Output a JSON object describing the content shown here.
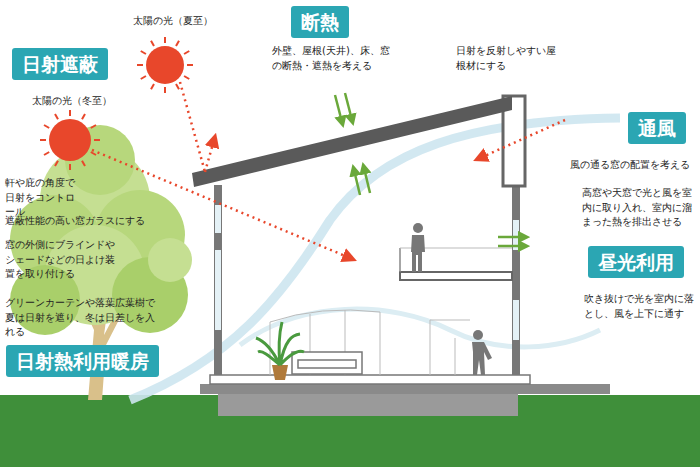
{
  "diagram": {
    "nodes": [
      {
        "text": [
          "日射遮蔽"
        ]
      },
      {
        "text": [
          "断熱"
        ]
      },
      {
        "text": [
          "通風"
        ]
      },
      {
        "text": [
          "昼光利用"
        ]
      },
      {
        "text": [
          "日射熱利用暖房"
        ]
      }
    ],
    "labels": [
      "太陽の光（夏至）",
      "太陽の光（冬至）",
      "軒や庇の角度で日射をコントロール",
      "遮蔽性能の高い窓ガラスにする",
      "窓の外側にブラインドやシェードなどの日よけ装置を取り付ける",
      "グリーンカーテンや落葉広葉樹で夏は日射を遮り、冬は日差しを入れる",
      "外壁、屋根(天井)、床、窓の断熱・遮熱を考える",
      "日射を反射しやすい屋根材にする",
      "風の通る窓の配置を考える",
      "高窓や天窓で光と風を室内に取り入れ、室内に溜まった熱を排出させる",
      "吹き抜けで光を室内に落とし、風を上下に通す"
    ]
  }
}
